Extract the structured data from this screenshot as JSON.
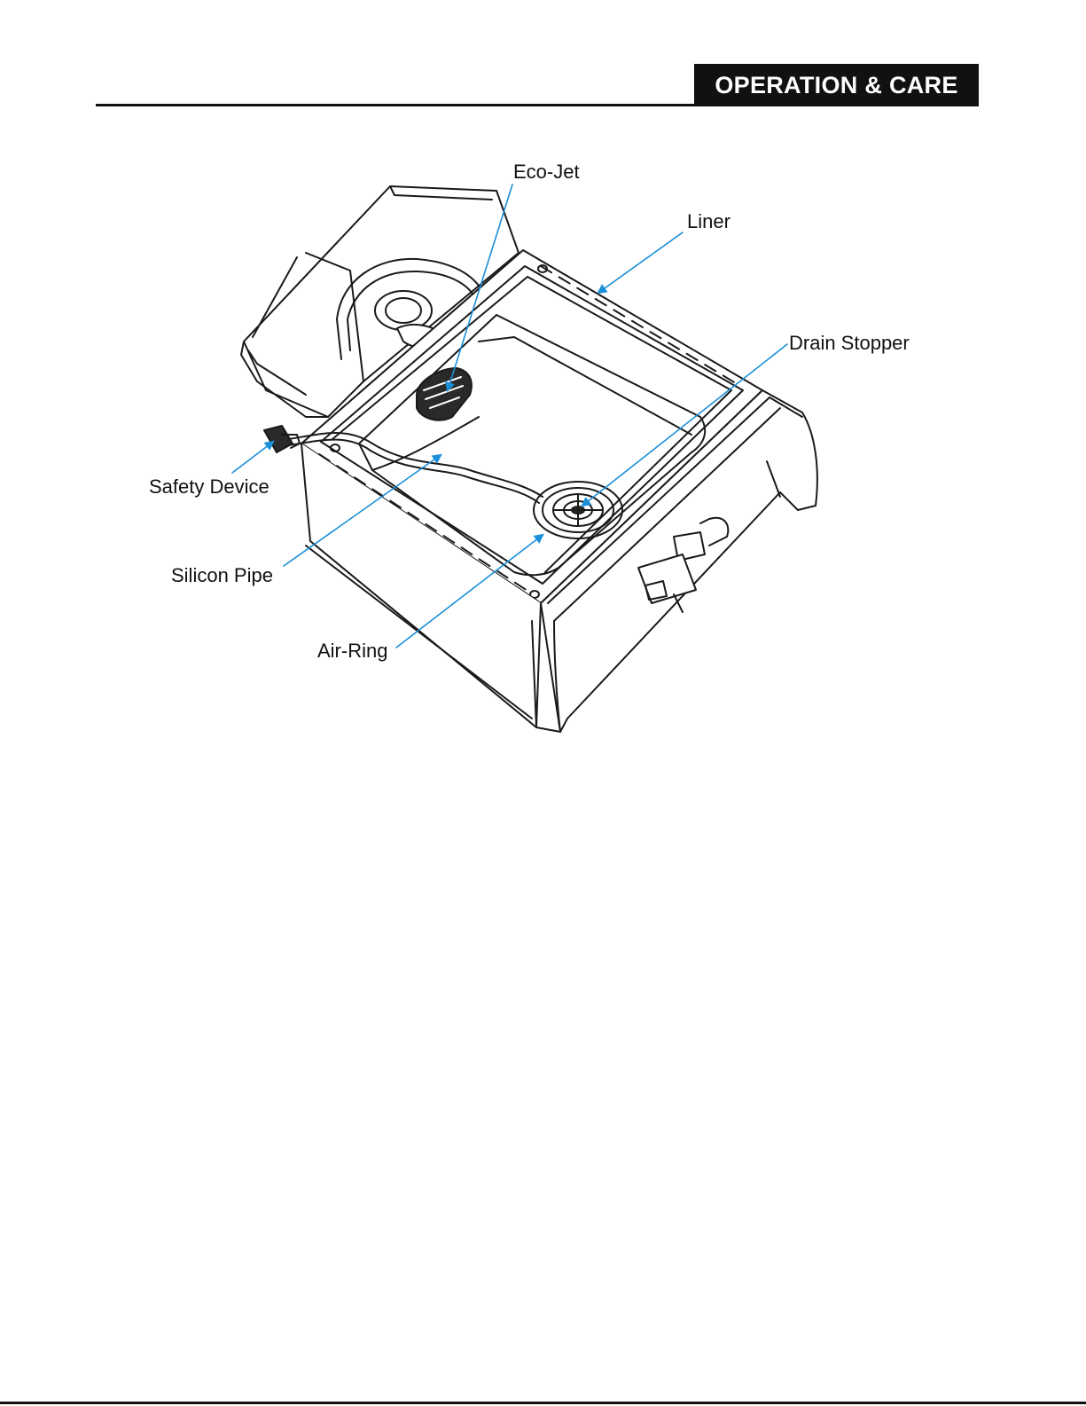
{
  "header": {
    "section_title": "OPERATION & CARE"
  },
  "diagram": {
    "labels": {
      "eco_jet": "Eco-Jet",
      "liner": "Liner",
      "drain_stopper": "Drain Stopper",
      "safety_device": "Safety Device",
      "silicon_pipe": "Silicon Pipe",
      "air_ring": "Air-Ring"
    },
    "leader_color": "#1a8fd8",
    "line_color": "#1a1a1a"
  }
}
